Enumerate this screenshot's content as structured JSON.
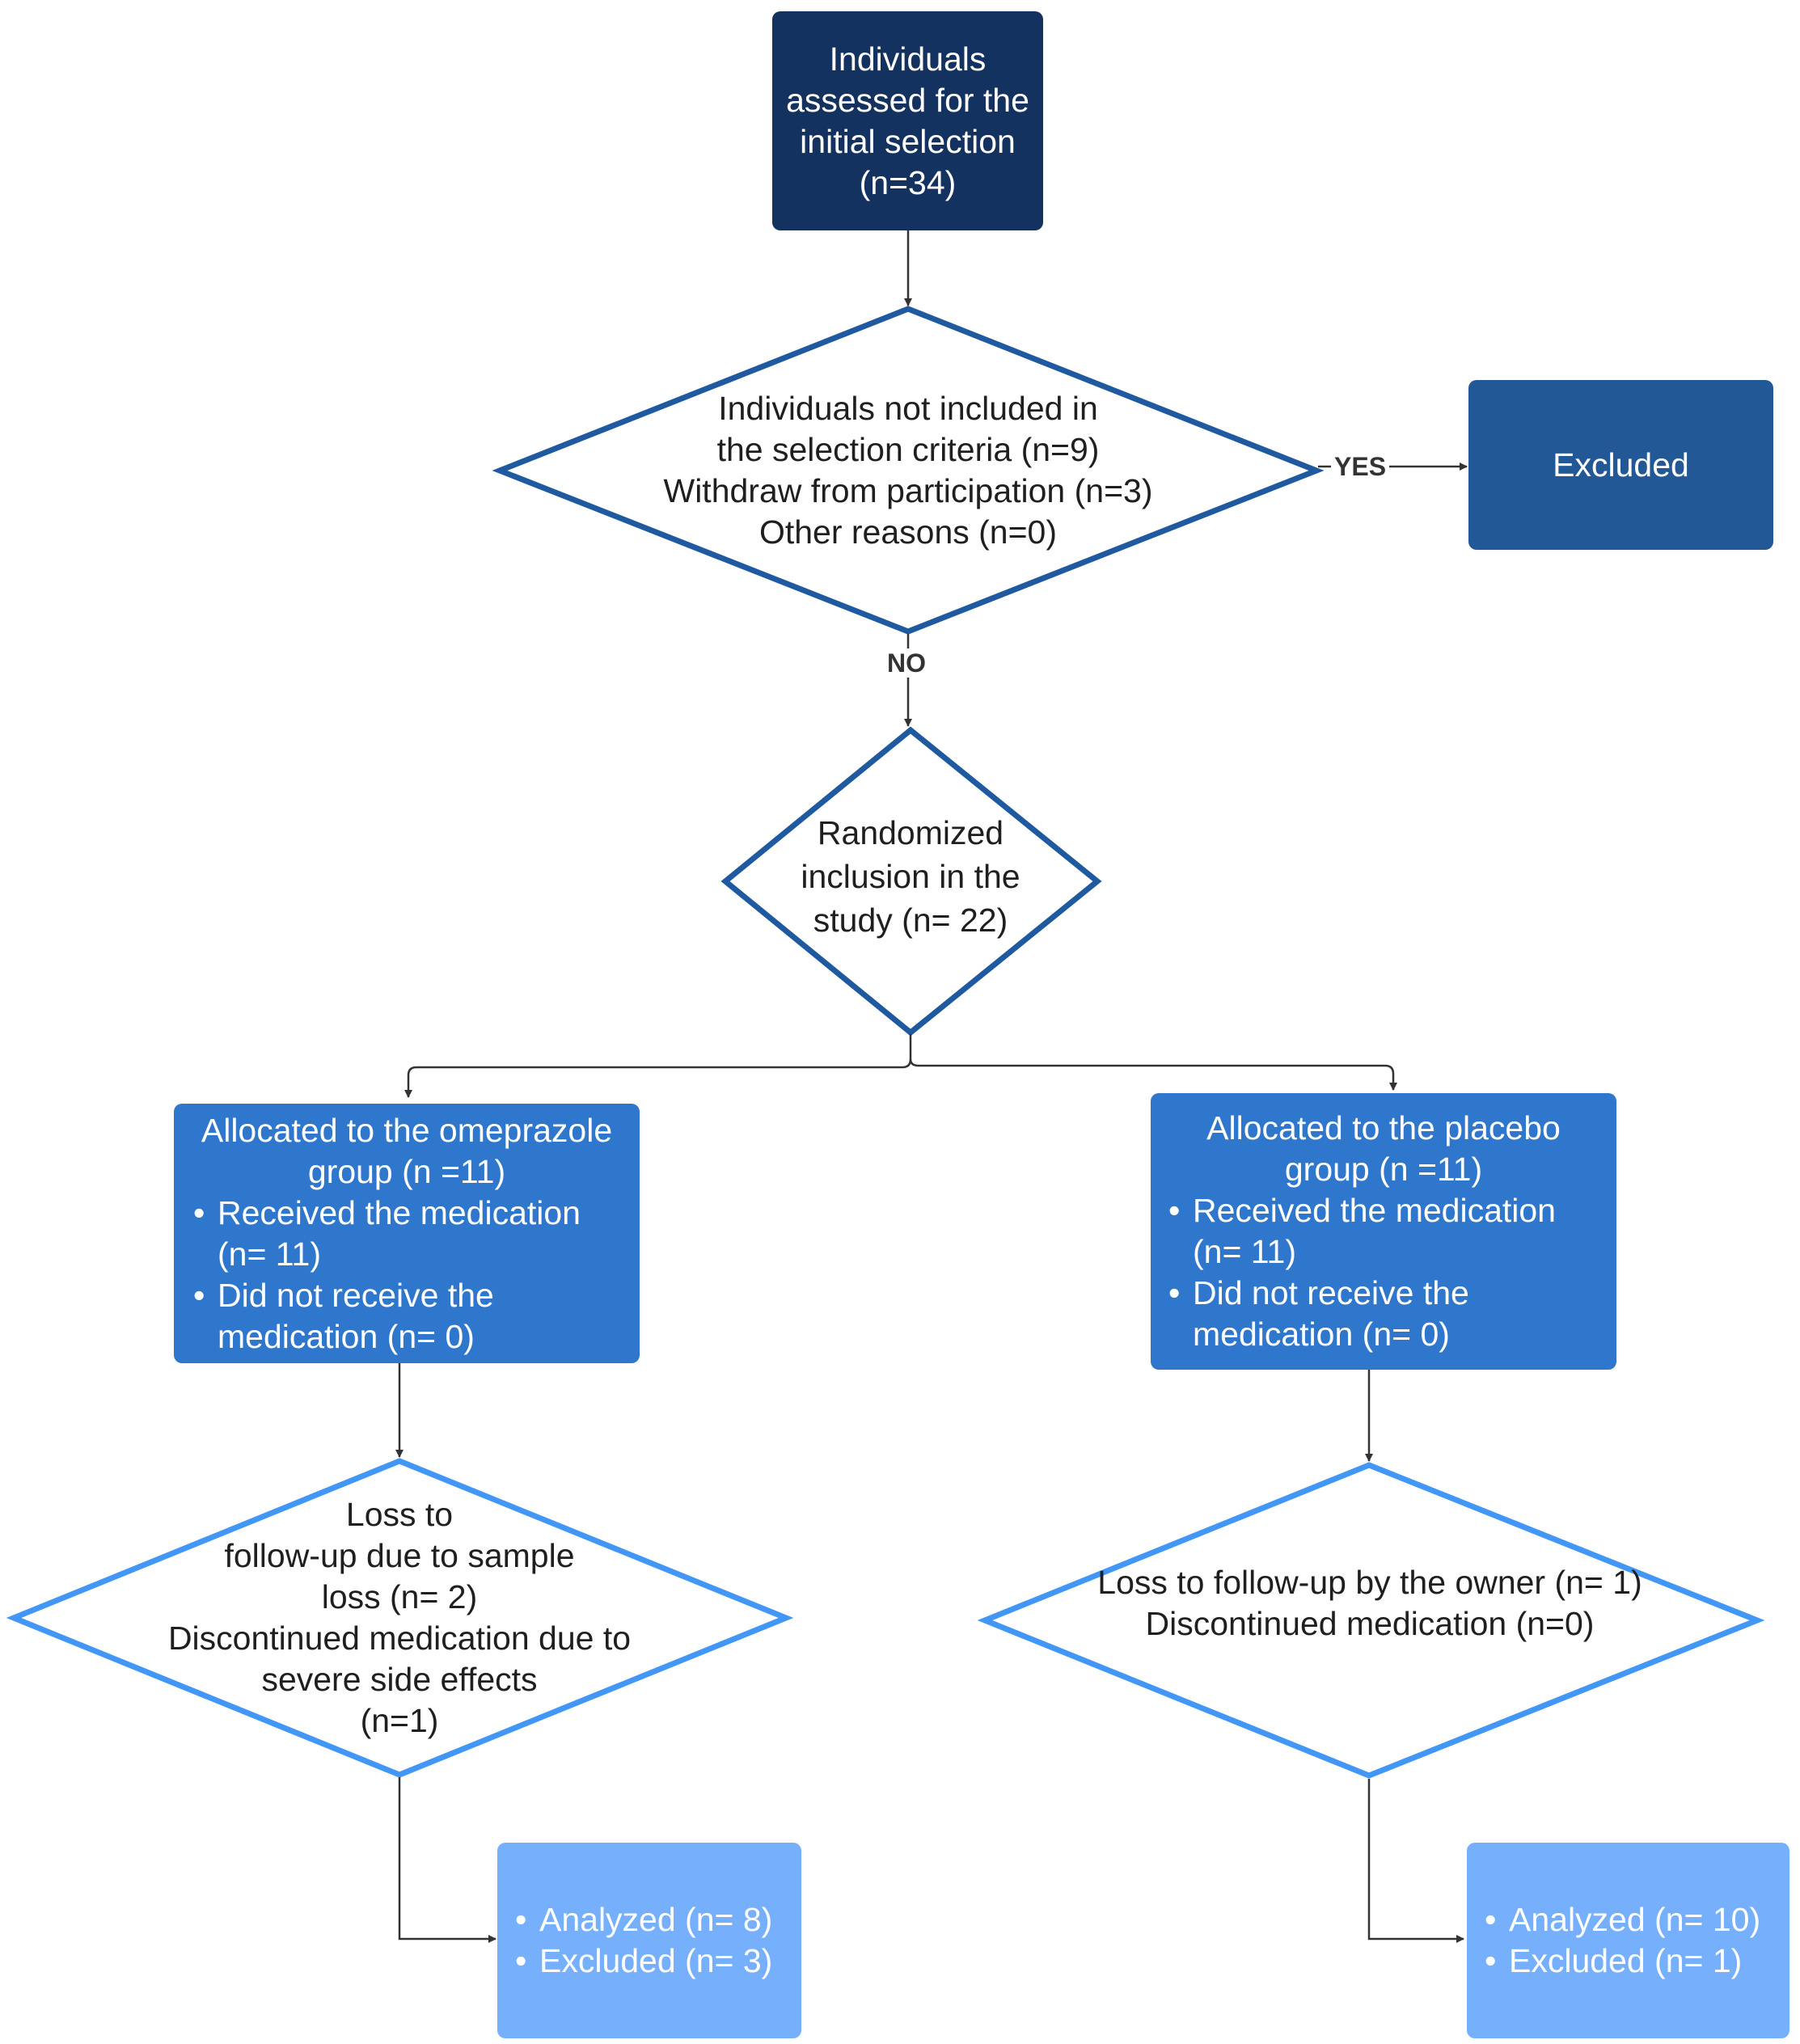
{
  "colors": {
    "dark_navy": "#14325f",
    "navy": "#235896",
    "blue": "#2f77cc",
    "light_blue": "#76b0fc",
    "diamond_dark_stroke": "#1f5aa0",
    "diamond_light_stroke": "#4296f5",
    "connector": "#333333"
  },
  "nodes": {
    "assessed": [
      "Individuals",
      "assessed for the",
      "initial selection",
      "(n=34)"
    ],
    "not_included": [
      "Individuals not included in",
      "the selection criteria (n=9)",
      "Withdraw from participation (n=3)",
      "Other reasons (n=0)"
    ],
    "excluded": "Excluded",
    "randomized": [
      "Randomized",
      "inclusion in the",
      "study (n= 22)"
    ],
    "omeprazole": {
      "title": [
        "Allocated to the omeprazole",
        "group (n =11)"
      ],
      "bullets": [
        [
          "Received the medication",
          "(n= 11)"
        ],
        [
          "Did not receive the",
          "medication (n= 0)"
        ]
      ]
    },
    "placebo": {
      "title": [
        "Allocated to the placebo",
        "group (n =11)"
      ],
      "bullets": [
        [
          "Received the medication",
          "(n= 11)"
        ],
        [
          "Did not receive the",
          "medication (n= 0)"
        ]
      ]
    },
    "loss_omeprazole": [
      "Loss to",
      "follow-up due to sample",
      "loss (n= 2)",
      "Discontinued medication due to",
      "severe side effects",
      "(n=1)"
    ],
    "loss_placebo": [
      "Loss to follow-up by the owner (n= 1)",
      "Discontinued medication (n=0)"
    ],
    "result_omeprazole": [
      "Analyzed (n= 8)",
      "Excluded (n= 3)"
    ],
    "result_placebo": [
      "Analyzed (n= 10)",
      "Excluded (n= 1)"
    ]
  },
  "edge_labels": {
    "yes": "YES",
    "no": "NO"
  },
  "bullet_glyph": "•"
}
